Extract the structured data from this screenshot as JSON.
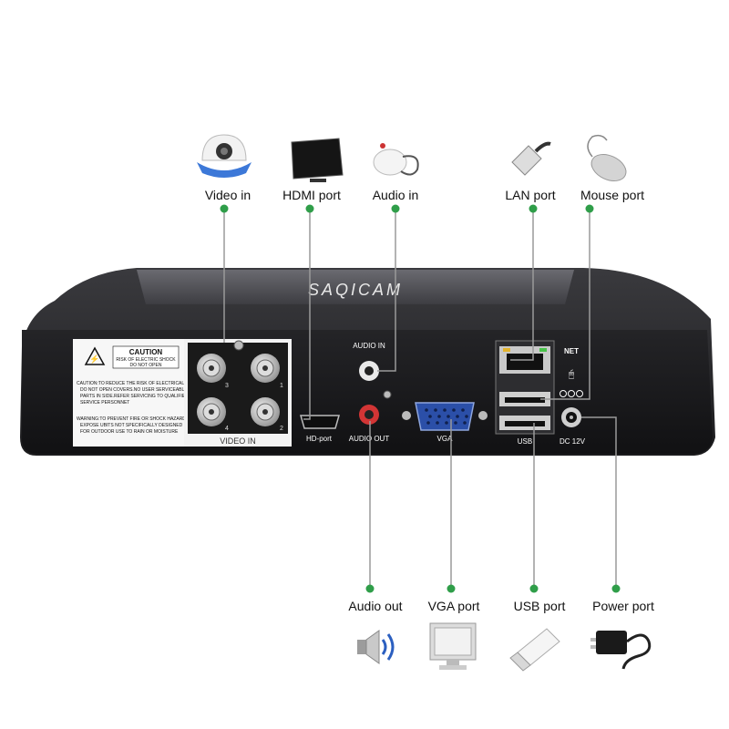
{
  "brand": "SAQICAM",
  "callouts": {
    "video_in": "Video in",
    "hdmi_port": "HDMI port",
    "audio_in": "Audio in",
    "lan_port": "LAN port",
    "mouse_port": "Mouse port",
    "audio_out": "Audio out",
    "vga_port": "VGA port",
    "usb_port": "USB port",
    "power_port": "Power port"
  },
  "panel_labels": {
    "caution": "CAUTION",
    "caution_sub1": "RISK OF ELECTRIC SHOCK",
    "caution_sub2": "DO NOT OPEN",
    "warning1": "CAUTION:TO REDUCE THE RISK OF ELECTRICAL SHOCK,",
    "warning2": "DO NOT OPEN COVERS.NO USER SERVICEABLE",
    "warning3": "PARTS IN SIDE.REFER SERVICING TO QUALIFIED",
    "warning4": "SERVICE PERSONNET",
    "warning5": "WARNING:TO PREVENT FIRE OR SHOCK HAZARD,DO NOT",
    "warning6": "EXPOSE UBITS NOT SPECIFICALLY DESIGNED",
    "warning7": "FOR OUTDOOR USE TO RAIN OR MOISTURE",
    "video_in": "VIDEO IN",
    "ch1": "1",
    "ch2": "2",
    "ch3": "3",
    "ch4": "4",
    "audio_in": "AUDIO IN",
    "hd_port": "HD-port",
    "audio_out": "AUDIO OUT",
    "vga": "VGA",
    "net": "NET",
    "usb": "USB",
    "dc": "DC 12V"
  },
  "colors": {
    "dot": "#2f9e49",
    "line": "#9a9a9a",
    "body": "#1c1c1e",
    "body_top": "#2a2a2d"
  },
  "icons": [
    "dome-camera-icon",
    "monitor-icon",
    "microphone-icon",
    "ethernet-cable-icon",
    "mouse-icon",
    "speaker-icon",
    "vga-monitor-icon",
    "usb-drive-icon",
    "power-adapter-icon"
  ]
}
